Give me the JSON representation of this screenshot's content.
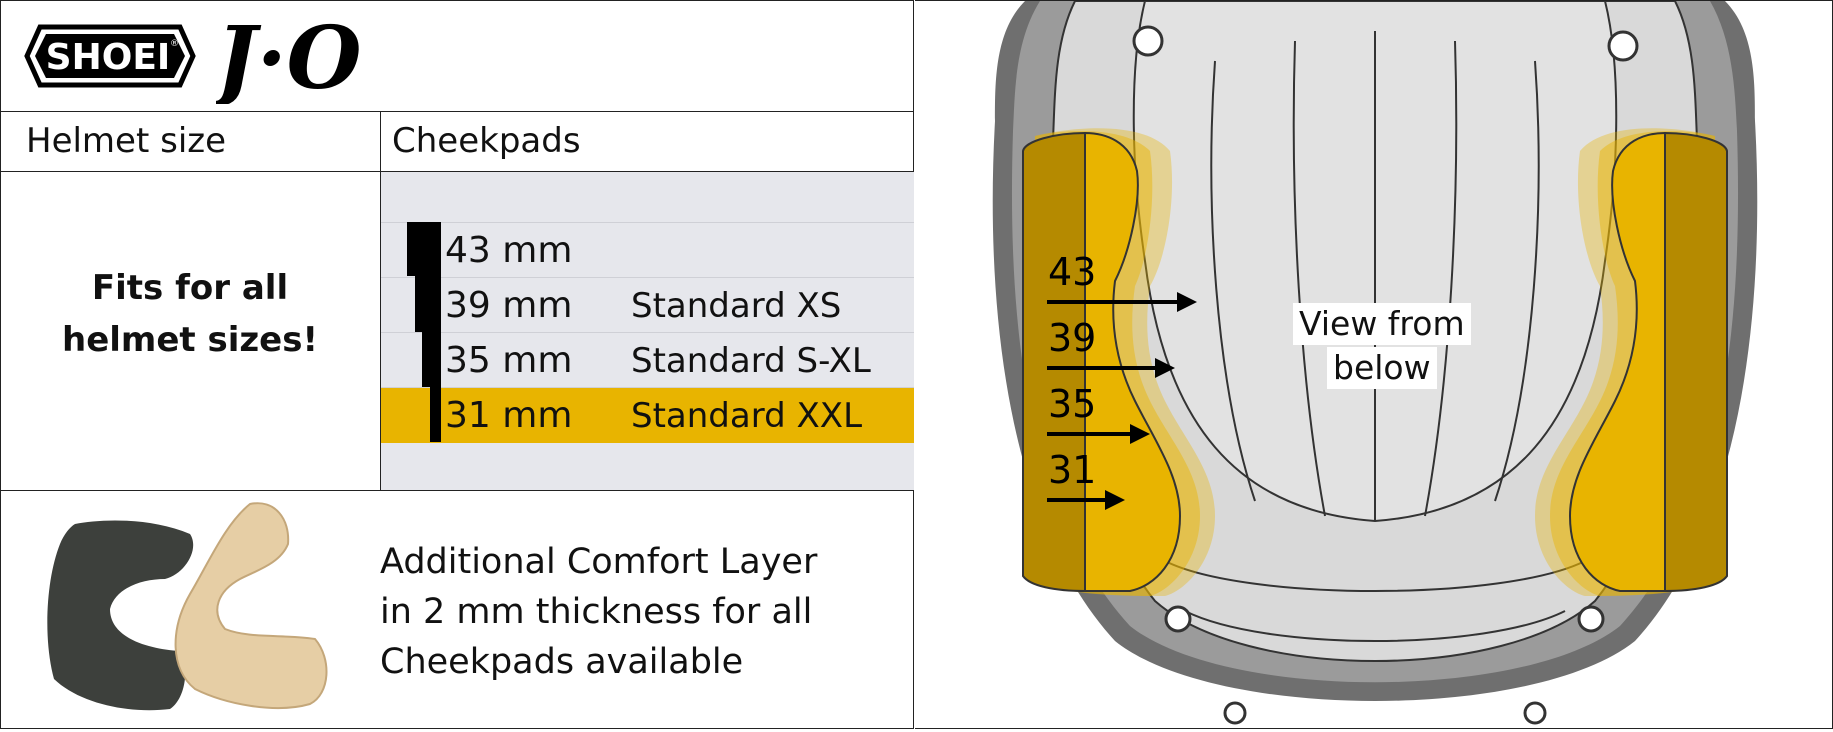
{
  "brand": {
    "logo_text": "SHOEI",
    "registered_mark": "®",
    "model_name": "J·O"
  },
  "table": {
    "header_helmet_size": "Helmet size",
    "header_cheekpads": "Cheekpads",
    "fits_line1": "Fits for all",
    "fits_line2": "helmet sizes!",
    "rows": [
      {
        "thickness": "43 mm",
        "standard": ""
      },
      {
        "thickness": "39 mm",
        "standard": "Standard XS"
      },
      {
        "thickness": "35 mm",
        "standard": "Standard S-XL"
      },
      {
        "thickness": "31 mm",
        "standard": "Standard XXL"
      }
    ]
  },
  "comfort_layer": {
    "line1": "Additional Comfort Layer",
    "line2": "in 2 mm thickness for all",
    "line3": "Cheekpads available"
  },
  "diagram": {
    "view_line1": "View from",
    "view_line2": "below",
    "arrow_labels": [
      "43",
      "39",
      "35",
      "31"
    ]
  },
  "colors": {
    "highlight": "#e8b400",
    "cheekpad": "#e8b400",
    "cheekpad_dark": "#b58a00",
    "shell": "#6f6f6f",
    "liner": "#d9d9d9"
  }
}
